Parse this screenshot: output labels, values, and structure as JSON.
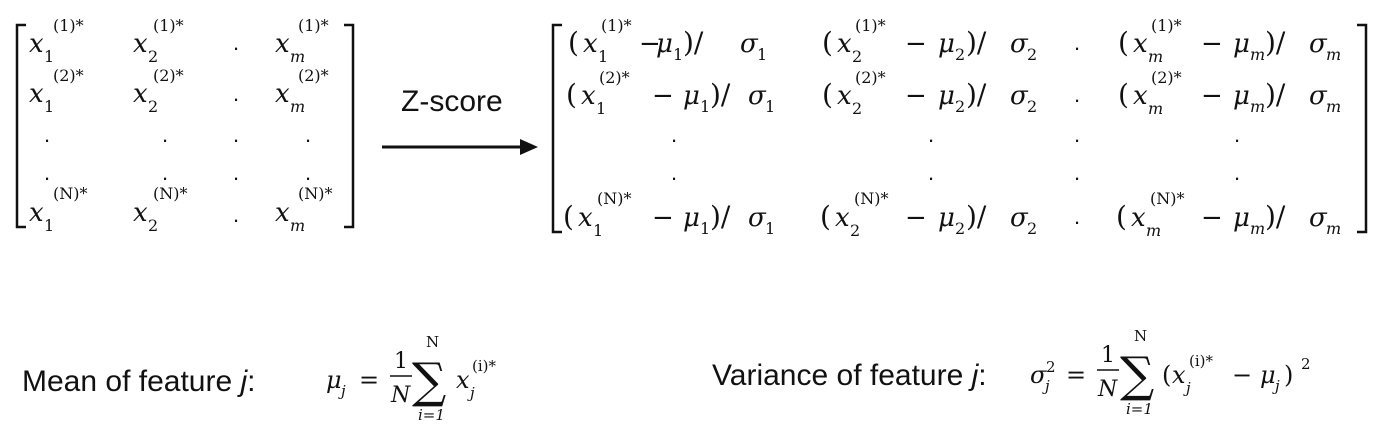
{
  "arrow_label": "Z-score",
  "mean": {
    "label": "Mean of feature ",
    "var": "j",
    "colon": ":"
  },
  "variance": {
    "label": "Variance of feature ",
    "var": "j",
    "colon": ":"
  },
  "input_matrix": {
    "rows": [
      {
        "c1": "(1)*",
        "c2": "(1)*",
        "c3": "(1)*"
      },
      {
        "c1": "(2)*",
        "c2": "(2)*",
        "c3": "(2)*"
      },
      {
        "c1": "(N)*",
        "c2": "(N)*",
        "c3": "(N)*"
      }
    ]
  },
  "output_matrix": {
    "rows": [
      {
        "sup": "(1)*"
      },
      {
        "sup": "(2)*"
      },
      {
        "sup": "(N)*"
      }
    ]
  },
  "symbols": {
    "x": "x",
    "mu": "μ",
    "sigma": "σ",
    "sum": "∑",
    "sub1": "1",
    "sub2": "2",
    "subm": "m",
    "subj": "j",
    "N": "N",
    "one": "1",
    "lower": "i=1",
    "sup_i": "(i)*",
    "sq": "2"
  }
}
